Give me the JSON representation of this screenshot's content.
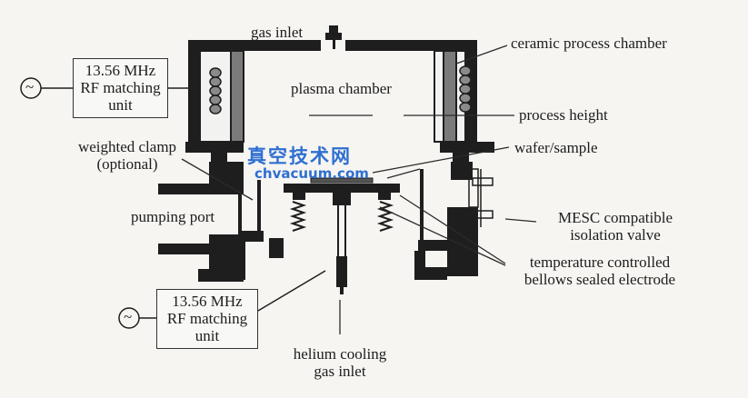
{
  "labels": {
    "gas_inlet": "gas inlet",
    "ceramic_chamber": "ceramic process chamber",
    "plasma_chamber": "plasma chamber",
    "process_height": "process height",
    "weighted_clamp_1": "weighted clamp",
    "weighted_clamp_2": "(optional)",
    "wafer_sample": "wafer/sample",
    "pumping_port": "pumping port",
    "mesc_1": "MESC compatible",
    "mesc_2": "isolation valve",
    "electrode_1": "temperature controlled",
    "electrode_2": "bellows sealed electrode",
    "helium_1": "helium cooling",
    "helium_2": "gas inlet"
  },
  "rf_top": {
    "line1": "13.56 MHz",
    "line2": "RF matching",
    "line3": "unit",
    "source_symbol": "~"
  },
  "rf_bottom": {
    "line1": "13.56 MHz",
    "line2": "RF matching",
    "line3": "unit",
    "source_symbol": "~"
  },
  "watermark": {
    "line1": "真空技术网",
    "line2": "chvacuum.com"
  },
  "colors": {
    "wall": "#1e1e1e",
    "line": "#2a2a2a",
    "watermark": "#2f6fd0"
  }
}
